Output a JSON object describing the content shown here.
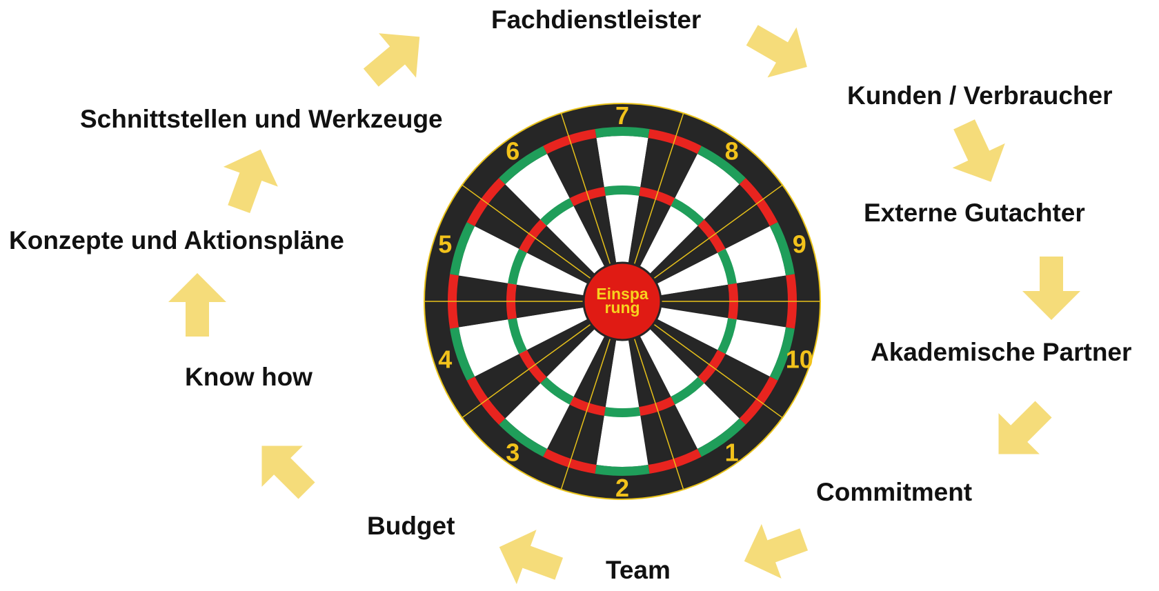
{
  "center_label_line1": "Einspa",
  "center_label_line2": "rung",
  "segment_numbers": [
    "7",
    "8",
    "9",
    "10",
    "1",
    "2",
    "3",
    "4",
    "5",
    "6"
  ],
  "labels": {
    "fachdienstleister": "Fachdienstleister",
    "kunden": "Kunden / Verbraucher",
    "gutachter": "Externe Gutachter",
    "akademische": "Akademische Partner",
    "commitment": "Commitment",
    "team": "Team",
    "budget": "Budget",
    "knowhow": "Know how",
    "konzepte": "Konzepte und Aktionspläne",
    "schnittstellen": "Schnittstellen und Werkzeuge"
  },
  "colors": {
    "board_dark": "#262626",
    "board_light": "#ffffff",
    "ring_red": "#e8241f",
    "ring_green": "#1f9e5a",
    "wire_gold": "#e8c21a",
    "number_gold": "#f2c21b",
    "arrow_yellow": "#f5dc7a",
    "bull_red": "#e01b14",
    "bull_text": "#f7d21e"
  }
}
